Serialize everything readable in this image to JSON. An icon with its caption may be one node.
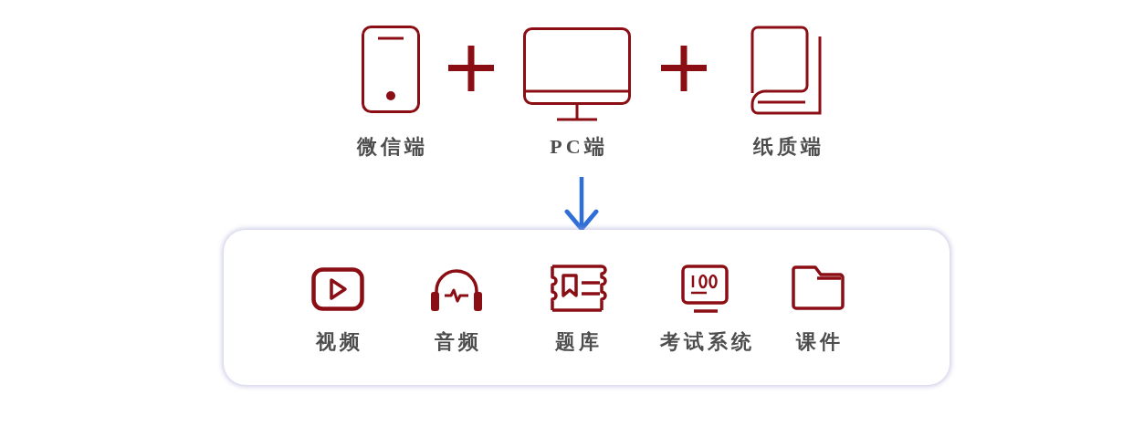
{
  "diagram": {
    "nodes": [
      {
        "text": [
          "微信端"
        ]
      },
      {
        "text": [
          "PC端"
        ]
      },
      {
        "text": [
          "纸质端"
        ]
      },
      {
        "text": [],
        "shape": "box"
      },
      {
        "text": [
          "视频"
        ],
        "in": 3
      },
      {
        "text": [
          "音频"
        ],
        "in": 3
      },
      {
        "text": [
          "题库"
        ],
        "in": 3
      },
      {
        "text": [
          "考试系统"
        ],
        "in": 3
      },
      {
        "text": [
          "课件"
        ],
        "in": 3
      }
    ],
    "edges": [
      {
        "from": null,
        "to": 3,
        "arrow": "to",
        "color": "#2f6fd8"
      }
    ]
  }
}
